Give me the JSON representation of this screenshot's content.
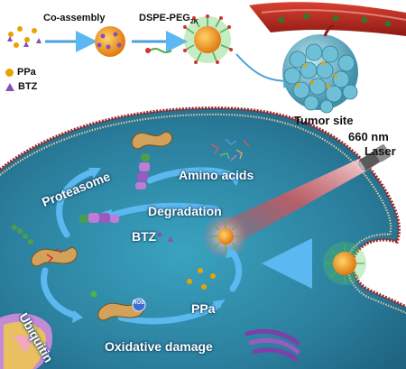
{
  "labels": {
    "co_assembly": "Co-assembly",
    "dspe_peg": "DSPE-PEG",
    "dspe_peg_sub": "2K",
    "tumor_site": "Tumor site",
    "laser_wavelength": "660 nm",
    "laser_word": "Laser",
    "amino_acids": "Amino acids",
    "proteasome": "Proteasome",
    "degradation": "Degradation",
    "btz": "BTZ",
    "ppa": "PPa",
    "ubiquitin": "Ubiquitin",
    "ros": "ROS",
    "oxidative_damage": "Oxidative damage"
  },
  "legend": [
    {
      "symbol": "dot",
      "label": "PPa",
      "color": "#e8a300"
    },
    {
      "symbol": "triangle",
      "label": "BTZ",
      "color": "#8a4fb3"
    }
  ],
  "colors": {
    "cell_fill": "#2c8aa8",
    "membrane": "#a62222",
    "cycle_arrow": "#5bb8f0",
    "laser_beam": "#ff3030",
    "nanoparticle_core": "#ff9a2a"
  }
}
